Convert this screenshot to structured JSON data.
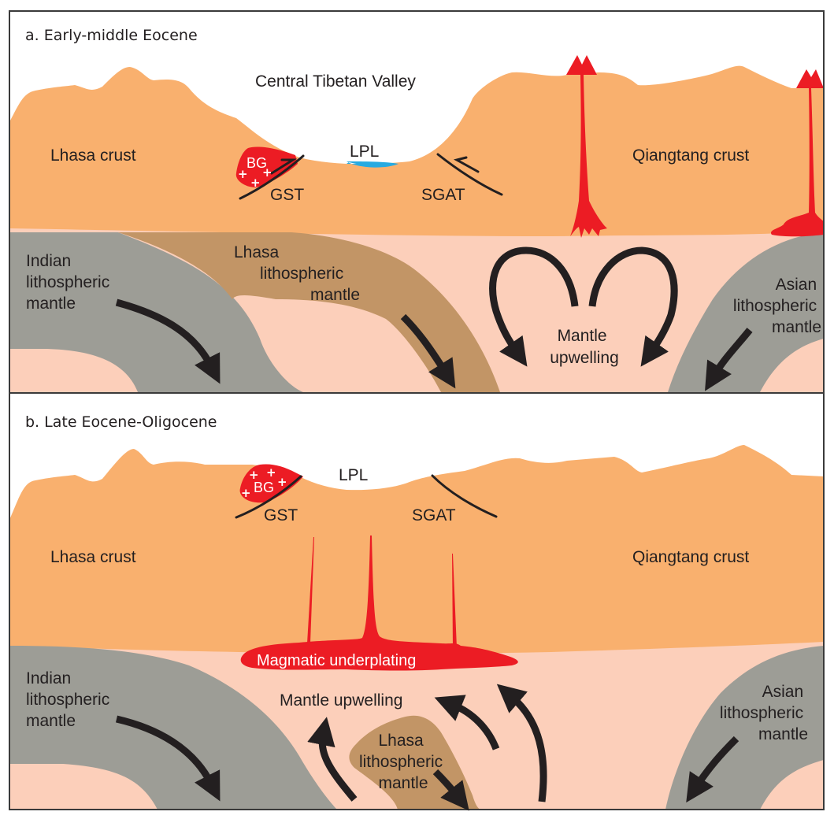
{
  "colors": {
    "crust": "#f9b06e",
    "asthenosphere": "#fccfba",
    "indian_mantle": "#9d9d96",
    "lhasa_mantle": "#c29566",
    "magma": "#ec1c24",
    "lake": "#27aae1",
    "ink": "#231f20",
    "border": "#3a3a3a"
  },
  "panels": [
    {
      "id": "a",
      "title": "a. Early-middle Eocene",
      "labels": {
        "valley": "Central Tibetan Valley",
        "lhasa_crust": "Lhasa crust",
        "qiangtang_crust": "Qiangtang crust",
        "bg": "BG",
        "lpl": "LPL",
        "gst": "GST",
        "sgat": "SGAT",
        "indian_mantle": [
          "Indian",
          "lithospheric",
          "mantle"
        ],
        "lhasa_mantle": [
          "Lhasa",
          "lithospheric",
          "mantle"
        ],
        "asian_mantle": [
          "Asian",
          "lithospheric",
          "mantle"
        ],
        "upwelling": [
          "Mantle",
          "upwelling"
        ]
      }
    },
    {
      "id": "b",
      "title": "b. Late Eocene-Oligocene",
      "labels": {
        "lhasa_crust": "Lhasa crust",
        "qiangtang_crust": "Qiangtang crust",
        "bg": "BG",
        "lpl": "LPL",
        "gst": "GST",
        "sgat": "SGAT",
        "underplating": "Magmatic underplating",
        "upwelling": "Mantle upwelling",
        "indian_mantle": [
          "Indian",
          "lithospheric",
          "mantle"
        ],
        "lhasa_mantle": [
          "Lhasa",
          "lithospheric",
          "mantle"
        ],
        "asian_mantle": [
          "Asian",
          "lithospheric",
          "mantle"
        ]
      }
    }
  ]
}
